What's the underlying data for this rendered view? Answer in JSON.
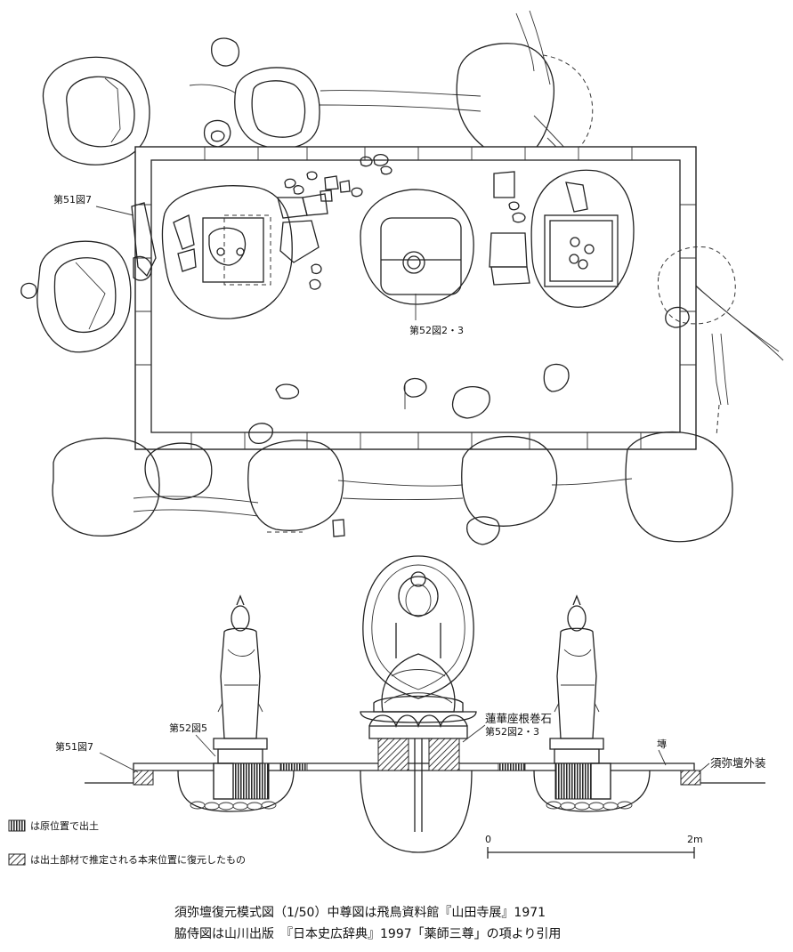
{
  "plan_labels": {
    "fig51_7": "第51図7",
    "fig52_2_3": "第52図2・3"
  },
  "section_labels": {
    "fig52_5": "第52図5",
    "fig51_7": "第51図7",
    "lotus_base": "蓮華座根巻石",
    "lotus_fig": "第52図2・3",
    "tile": "塼",
    "sumidan_facing": "須弥壇外装"
  },
  "legend": {
    "in_situ": "は原位置で出土",
    "restored": "は出土部材で推定される本来位置に復元したもの"
  },
  "scale": {
    "start": "0",
    "end": "2m"
  },
  "caption": {
    "line1": "須弥壇復元模式図（1/50）中尊図は飛鳥資料館『山田寺展』1971",
    "line2": "脇侍図は山川出版　『日本史広辞典』1997「薬師三尊」の項より引用"
  }
}
